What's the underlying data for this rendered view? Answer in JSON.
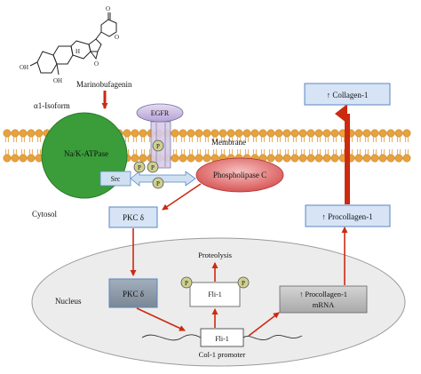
{
  "molecule": {
    "label": "Marinobufagenin",
    "ring_labels": {
      "oh_top": "OH",
      "oh_bottom": "OH",
      "h": "H",
      "o": "O",
      "carbonyl": "O"
    }
  },
  "membrane": {
    "isoform_label": "α1-Isoform",
    "membrane_label": "Membrane",
    "cytosol_label": "Cytosol"
  },
  "pump": {
    "label": "Na/K-ATPase"
  },
  "egfr": {
    "label": "EGFR"
  },
  "src": {
    "label": "Src"
  },
  "phosphate": {
    "label": "P"
  },
  "plc": {
    "label": "Phospholipase C"
  },
  "pkc_cytosol": {
    "label": "PKC δ"
  },
  "nucleus": {
    "label": "Nucleus",
    "pkc_label": "PKC δ",
    "proteolysis_label": "Proteolysis",
    "fli1_protein_label": "Fli-1",
    "fli1_gene_label": "Fli-1",
    "promoter_label": "Col-1 promoter",
    "mrna_line1": "↑ Procollagen-1",
    "mrna_line2": "mRNA"
  },
  "procollagen": {
    "label": "↑ Procollagen-1"
  },
  "collagen": {
    "label": "↑ Collagen-1"
  },
  "colors": {
    "membrane_orange": "#e8a23c",
    "pump_green": "#3a9d3a",
    "egfr_purple": "#c7b6e0",
    "src_blue": "#cfe0f2",
    "plc_red": "#e46b6b",
    "box_blue": "#d6e4f5",
    "box_border": "#5b86c2",
    "pkc_gray": "#8d9aa8",
    "nucleus_gray": "#ececec",
    "arrow_red": "#cc2a10",
    "phosphate_olive": "#cfcf8f"
  }
}
